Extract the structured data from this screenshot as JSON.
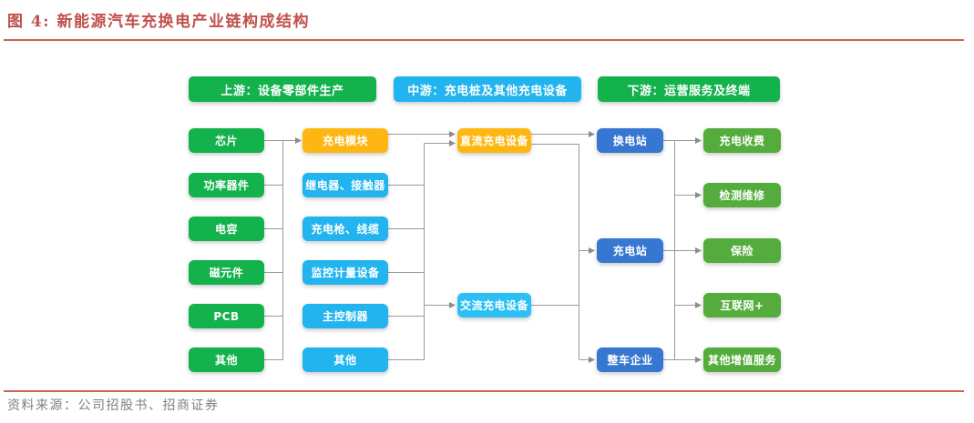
{
  "title": "图 4: 新能源汽车充换电产业链构成结构",
  "source": "资料来源：公司招股书、招商证券",
  "colors": {
    "green": "#13B24D",
    "apple": "#53AC3B",
    "sky": "#21B4EF",
    "cyan": "#2BC0F5",
    "amber": "#FEB712",
    "royal": "#3577D1",
    "title": "#C0504D",
    "rule": "#C4664B",
    "line": "#999999",
    "arrow": "#8C8C8C",
    "source_text": "#7F7F7F"
  },
  "headers": {
    "upstream": "上游：设备零部件生产",
    "midstream": "中游：充电桩及其他充电设备",
    "downstream": "下游：运营服务及终端"
  },
  "nodes": {
    "upstream_parts": [
      "芯片",
      "功率器件",
      "电容",
      "磁元件",
      "PCB",
      "其他"
    ],
    "midstream_components": [
      "充电模块",
      "继电器、接触器",
      "充电枪、线缆",
      "监控计量设备",
      "主控制器",
      "其他"
    ],
    "charging_equipment": [
      "直流充电设备",
      "交流充电设备"
    ],
    "terminals": [
      "换电站",
      "充电站",
      "整车企业"
    ],
    "services": [
      "充电收费",
      "检测维修",
      "保险",
      "互联网+",
      "其他增值服务"
    ]
  }
}
